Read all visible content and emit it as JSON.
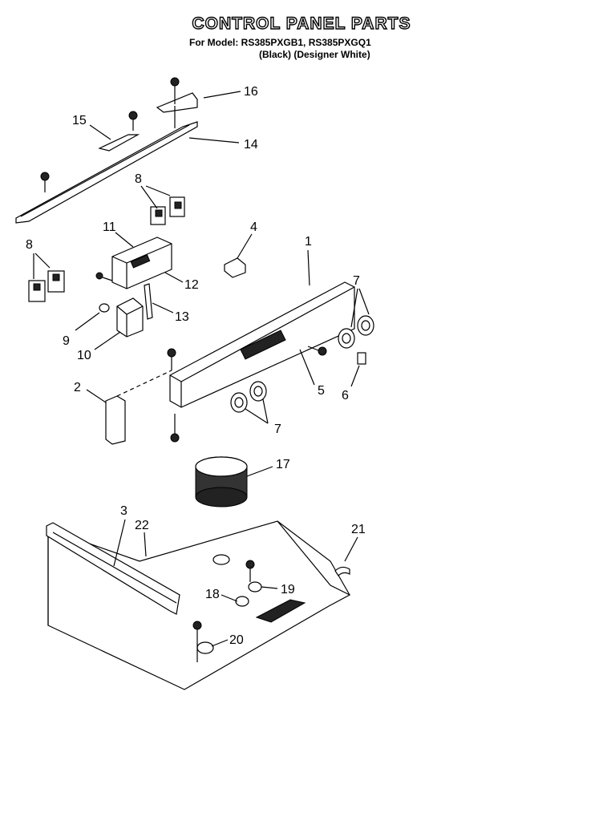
{
  "header": {
    "title": "CONTROL PANEL PARTS",
    "model_line": "For Model: RS385PXGB1, RS385PXGQ1",
    "variant_line": "(Black)  (Designer White)"
  },
  "callouts": {
    "c1": "1",
    "c2": "2",
    "c3": "3",
    "c4": "4",
    "c5": "5",
    "c6": "6",
    "c7a": "7",
    "c7b": "7",
    "c8a": "8",
    "c8b": "8",
    "c9": "9",
    "c10": "10",
    "c11": "11",
    "c12": "12",
    "c13": "13",
    "c14": "14",
    "c15": "15",
    "c16": "16",
    "c17": "17",
    "c18": "18",
    "c19": "19",
    "c20": "20",
    "c21": "21",
    "c22": "22"
  }
}
